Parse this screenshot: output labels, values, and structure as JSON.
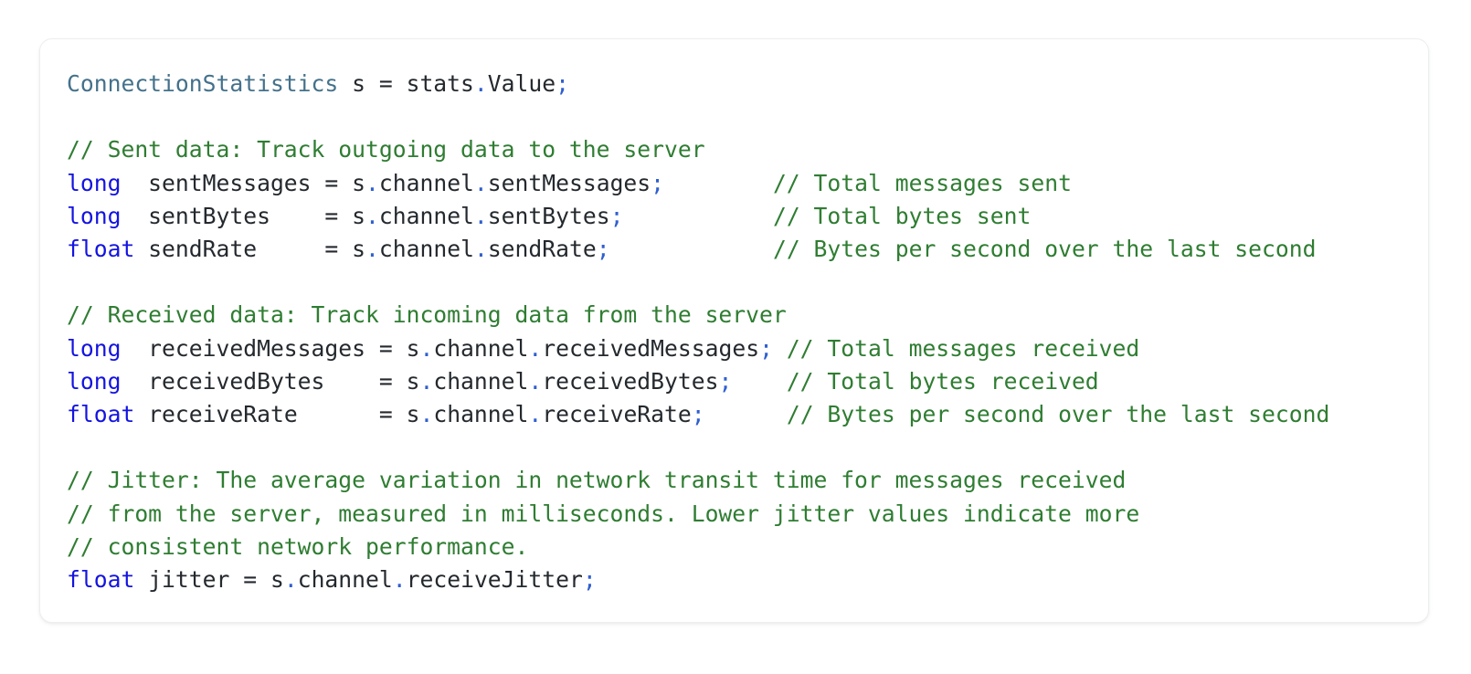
{
  "card": {
    "background": "#ffffff",
    "border_color": "#eceef0",
    "language": "csharp"
  },
  "colors": {
    "keyword": "#1414e0",
    "type": "#44718b",
    "comment": "#2f7d32",
    "punctuation": "#2f5fd0",
    "plain": "#24292e",
    "page_background": "#ffffff"
  },
  "code": {
    "lines": [
      {
        "index": 1,
        "text": "ConnectionStatistics s = stats.Value;",
        "tokens": [
          {
            "t": "ConnectionStatistics",
            "c": "type"
          },
          {
            "t": " s = stats",
            "c": "plain"
          },
          {
            "t": ".",
            "c": "punct"
          },
          {
            "t": "Value",
            "c": "plain"
          },
          {
            "t": ";",
            "c": "punct"
          }
        ]
      },
      {
        "index": 2,
        "text": "",
        "tokens": []
      },
      {
        "index": 3,
        "text": "// Sent data: Track outgoing data to the server",
        "tokens": [
          {
            "t": "// Sent data: Track outgoing data to the server",
            "c": "comment"
          }
        ]
      },
      {
        "index": 4,
        "text": "long  sentMessages = s.channel.sentMessages;        // Total messages sent",
        "tokens": [
          {
            "t": "long",
            "c": "keyword"
          },
          {
            "t": "  sentMessages = s",
            "c": "plain"
          },
          {
            "t": ".",
            "c": "punct"
          },
          {
            "t": "channel",
            "c": "plain"
          },
          {
            "t": ".",
            "c": "punct"
          },
          {
            "t": "sentMessages",
            "c": "plain"
          },
          {
            "t": ";",
            "c": "punct"
          },
          {
            "t": "        ",
            "c": "plain"
          },
          {
            "t": "// Total messages sent",
            "c": "comment"
          }
        ]
      },
      {
        "index": 5,
        "text": "long  sentBytes    = s.channel.sentBytes;           // Total bytes sent",
        "tokens": [
          {
            "t": "long",
            "c": "keyword"
          },
          {
            "t": "  sentBytes    = s",
            "c": "plain"
          },
          {
            "t": ".",
            "c": "punct"
          },
          {
            "t": "channel",
            "c": "plain"
          },
          {
            "t": ".",
            "c": "punct"
          },
          {
            "t": "sentBytes",
            "c": "plain"
          },
          {
            "t": ";",
            "c": "punct"
          },
          {
            "t": "           ",
            "c": "plain"
          },
          {
            "t": "// Total bytes sent",
            "c": "comment"
          }
        ]
      },
      {
        "index": 6,
        "text": "float sendRate     = s.channel.sendRate;            // Bytes per second over the last second",
        "tokens": [
          {
            "t": "float",
            "c": "keyword"
          },
          {
            "t": " sendRate     = s",
            "c": "plain"
          },
          {
            "t": ".",
            "c": "punct"
          },
          {
            "t": "channel",
            "c": "plain"
          },
          {
            "t": ".",
            "c": "punct"
          },
          {
            "t": "sendRate",
            "c": "plain"
          },
          {
            "t": ";",
            "c": "punct"
          },
          {
            "t": "            ",
            "c": "plain"
          },
          {
            "t": "// Bytes per second over the last second",
            "c": "comment"
          }
        ]
      },
      {
        "index": 7,
        "text": "",
        "tokens": []
      },
      {
        "index": 8,
        "text": "// Received data: Track incoming data from the server",
        "tokens": [
          {
            "t": "// Received data: Track incoming data from the server",
            "c": "comment"
          }
        ]
      },
      {
        "index": 9,
        "text": "long  receivedMessages = s.channel.receivedMessages; // Total messages received",
        "tokens": [
          {
            "t": "long",
            "c": "keyword"
          },
          {
            "t": "  receivedMessages = s",
            "c": "plain"
          },
          {
            "t": ".",
            "c": "punct"
          },
          {
            "t": "channel",
            "c": "plain"
          },
          {
            "t": ".",
            "c": "punct"
          },
          {
            "t": "receivedMessages",
            "c": "plain"
          },
          {
            "t": ";",
            "c": "punct"
          },
          {
            "t": " ",
            "c": "plain"
          },
          {
            "t": "// Total messages received",
            "c": "comment"
          }
        ]
      },
      {
        "index": 10,
        "text": "long  receivedBytes    = s.channel.receivedBytes;    // Total bytes received",
        "tokens": [
          {
            "t": "long",
            "c": "keyword"
          },
          {
            "t": "  receivedBytes    = s",
            "c": "plain"
          },
          {
            "t": ".",
            "c": "punct"
          },
          {
            "t": "channel",
            "c": "plain"
          },
          {
            "t": ".",
            "c": "punct"
          },
          {
            "t": "receivedBytes",
            "c": "plain"
          },
          {
            "t": ";",
            "c": "punct"
          },
          {
            "t": "    ",
            "c": "plain"
          },
          {
            "t": "// Total bytes received",
            "c": "comment"
          }
        ]
      },
      {
        "index": 11,
        "text": "float receiveRate      = s.channel.receiveRate;      // Bytes per second over the last second",
        "tokens": [
          {
            "t": "float",
            "c": "keyword"
          },
          {
            "t": " receiveRate      = s",
            "c": "plain"
          },
          {
            "t": ".",
            "c": "punct"
          },
          {
            "t": "channel",
            "c": "plain"
          },
          {
            "t": ".",
            "c": "punct"
          },
          {
            "t": "receiveRate",
            "c": "plain"
          },
          {
            "t": ";",
            "c": "punct"
          },
          {
            "t": "      ",
            "c": "plain"
          },
          {
            "t": "// Bytes per second over the last second",
            "c": "comment"
          }
        ]
      },
      {
        "index": 12,
        "text": "",
        "tokens": []
      },
      {
        "index": 13,
        "text": "// Jitter: The average variation in network transit time for messages received",
        "tokens": [
          {
            "t": "// Jitter: The average variation in network transit time for messages received",
            "c": "comment"
          }
        ]
      },
      {
        "index": 14,
        "text": "// from the server, measured in milliseconds. Lower jitter values indicate more",
        "tokens": [
          {
            "t": "// from the server, measured in milliseconds. Lower jitter values indicate more",
            "c": "comment"
          }
        ]
      },
      {
        "index": 15,
        "text": "// consistent network performance.",
        "tokens": [
          {
            "t": "// consistent network performance.",
            "c": "comment"
          }
        ]
      },
      {
        "index": 16,
        "text": "float jitter = s.channel.receiveJitter;",
        "tokens": [
          {
            "t": "float",
            "c": "keyword"
          },
          {
            "t": " jitter = s",
            "c": "plain"
          },
          {
            "t": ".",
            "c": "punct"
          },
          {
            "t": "channel",
            "c": "plain"
          },
          {
            "t": ".",
            "c": "punct"
          },
          {
            "t": "receiveJitter",
            "c": "plain"
          },
          {
            "t": ";",
            "c": "punct"
          }
        ]
      }
    ]
  }
}
